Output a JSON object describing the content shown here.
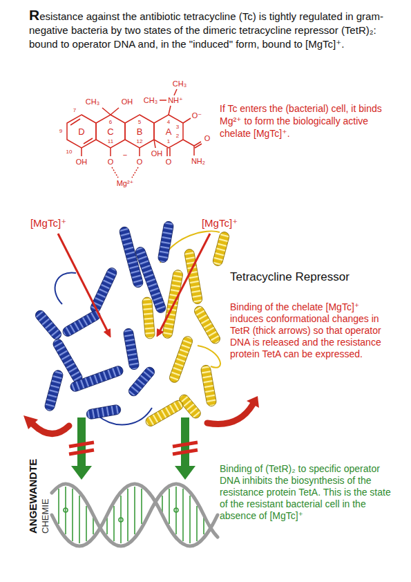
{
  "diagram": {
    "title": "Resistance against the antibiotic tetracycline (Tc) is tightly regulated in gram-negative bacteria by two states of the dimeric tetracycline repressor (TetR)₂: bound to operator DNA and, in the \"induced\" form, bound to [MgTc]⁺.",
    "labels": [
      "If Tc enters the (bacterial) cell, it binds Mg²⁺ to form the biologically active chelate [MgTc]⁺.",
      "CH₃",
      "OH",
      "CH₃",
      "CH₃",
      "NH⁺",
      "O⁻",
      "O",
      "NH₂",
      "D",
      "C",
      "B",
      "A",
      "7",
      "9",
      "10",
      "6",
      "5",
      "4",
      "3",
      "2",
      "1",
      "11",
      "12",
      "OH",
      "O",
      "−",
      "O",
      "OH",
      "O",
      "Mg²⁺",
      "[MgTc]⁺",
      "[MgTc]⁺",
      "Tetracycline Repressor",
      "Binding of the chelate [MgTc]⁺ induces conformational changes in TetR (thick arrows) so that operator DNA is released and the resistance protein TetA can be expressed.",
      "Binding of (TetR)₂ to specific operator DNA inhibits the biosynthesis of the resistance protein TetA. This is the state of the resistant bacterial cell in the absence of [MgTc]⁺",
      "ANGEWANDTE",
      "CHEMIE"
    ]
  }
}
